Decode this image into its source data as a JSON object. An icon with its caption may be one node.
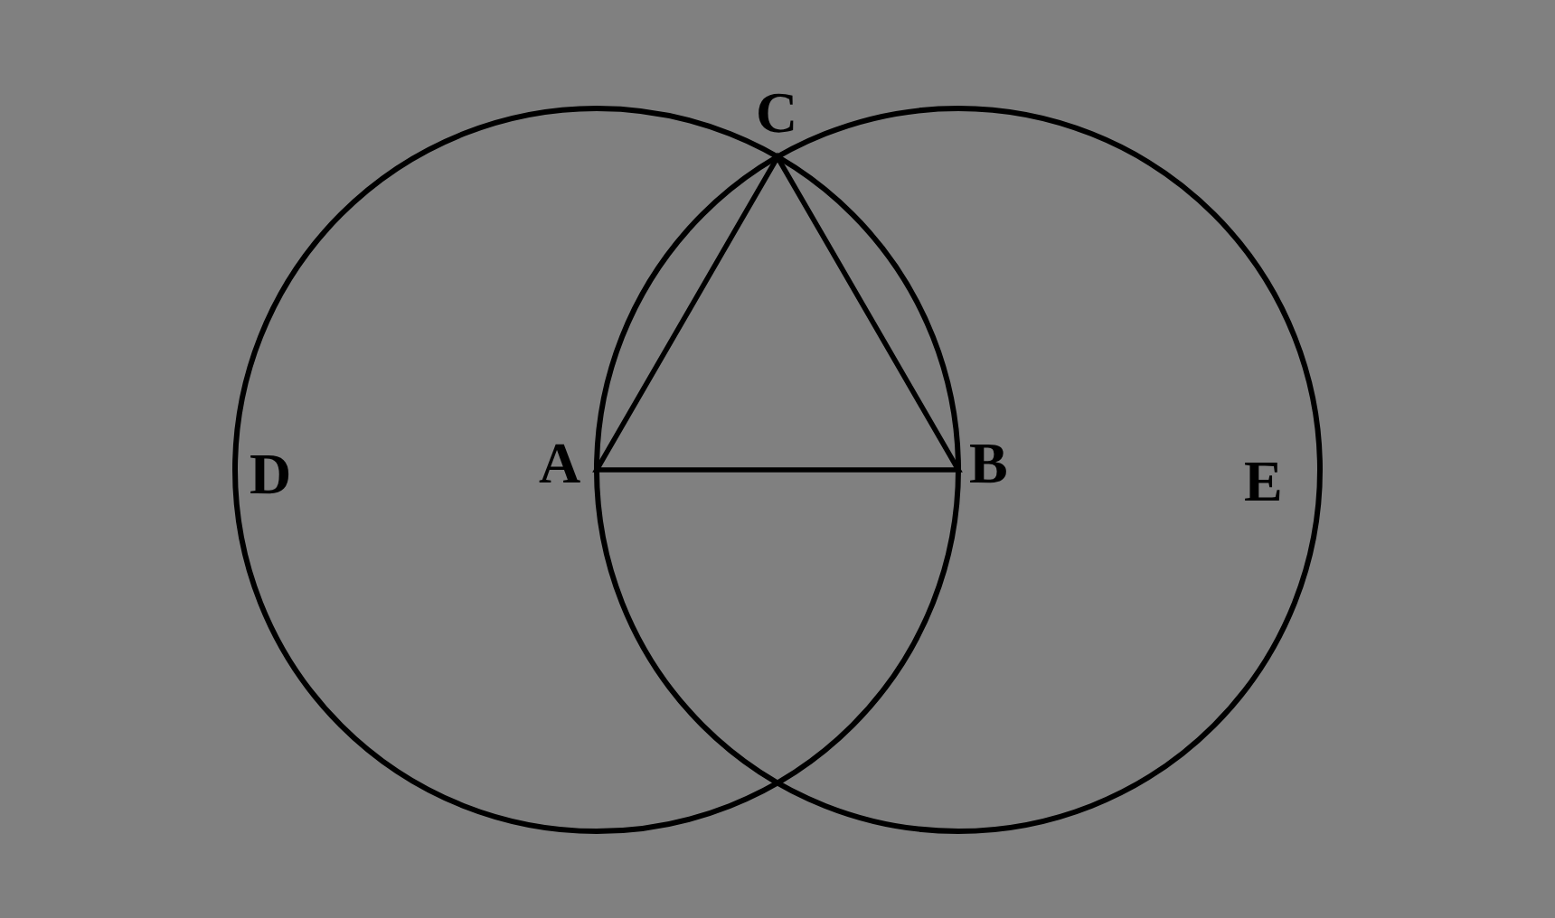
{
  "diagram": {
    "labels": [
      "C",
      "A",
      "B",
      "D",
      "E"
    ]
  }
}
